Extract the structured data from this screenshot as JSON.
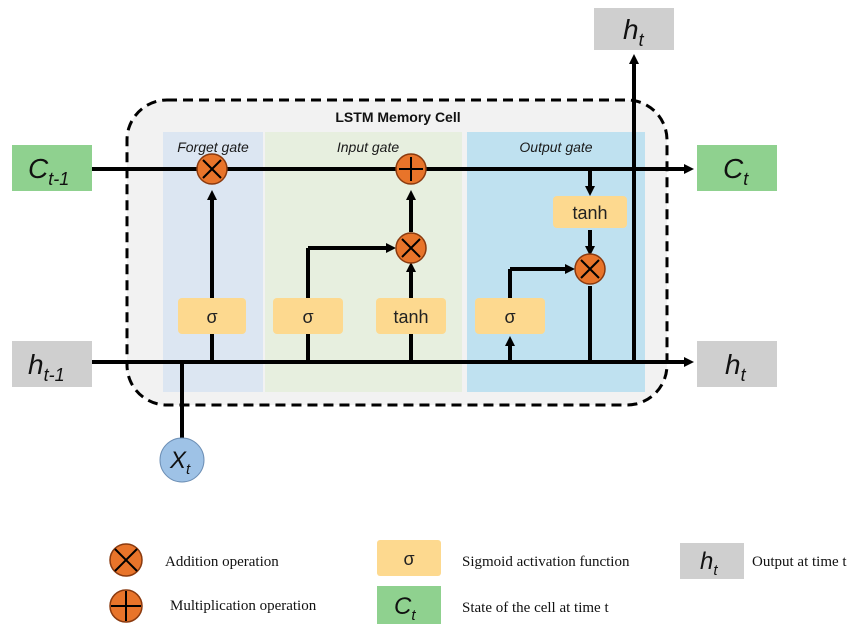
{
  "cell": {
    "title": "LSTM Memory Cell"
  },
  "gates": {
    "forget": "Forget gate",
    "input": "Input gate",
    "output": "Output gate"
  },
  "ops": {
    "sigma": "σ",
    "tanh": "tanh"
  },
  "io": {
    "c_prev": {
      "base": "C",
      "sub": "t-1"
    },
    "c_next": {
      "base": "C",
      "sub": "t"
    },
    "h_prev": {
      "base": "h",
      "sub": "t-1"
    },
    "h_next": {
      "base": "h",
      "sub": "t"
    },
    "h_top": {
      "base": "h",
      "sub": "t"
    },
    "x": {
      "base": "X",
      "sub": "t"
    }
  },
  "legend": {
    "addition": "Addition operation",
    "multiplication": "Multiplication operation",
    "sigmoid_symbol": "σ",
    "sigmoid": "Sigmoid activation function",
    "output_symbol": {
      "base": "h",
      "sub": "t"
    },
    "output": "Output at time t",
    "state_symbol": {
      "base": "C",
      "sub": "t"
    },
    "state": "State of the cell at time t"
  },
  "colors": {
    "forget_bg": "#dce6f2",
    "input_bg": "#e7efdf",
    "output_bg": "#bfe1f0",
    "op_box": "#fdd98f",
    "op_circle": "#e8742a",
    "green_box": "#8fd18f",
    "gray_box": "#cfcfcf",
    "x_circle": "#9ec2e6"
  }
}
